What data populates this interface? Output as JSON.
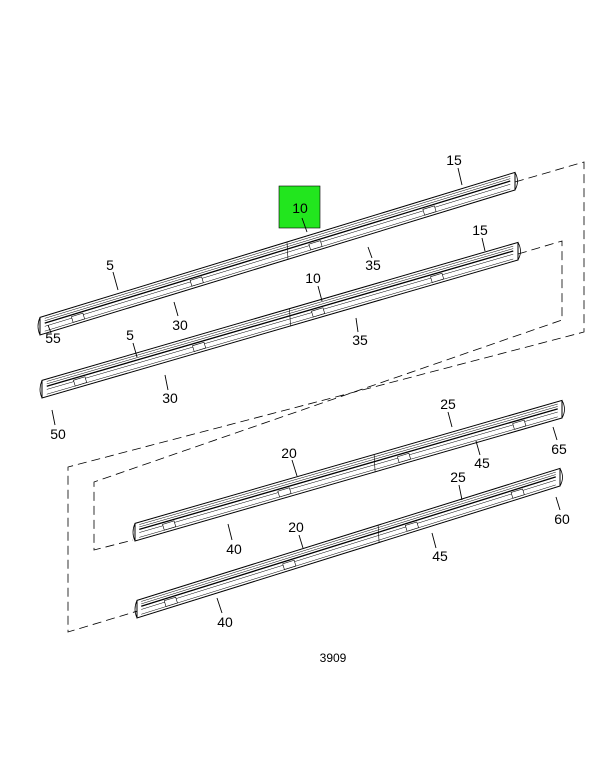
{
  "diagram": {
    "figure_number": "3909",
    "highlight_color": "#22e61e",
    "highlighted_callout": "10",
    "callouts": [
      {
        "id": "15",
        "group": "rail-1"
      },
      {
        "id": "10",
        "group": "rail-1"
      },
      {
        "id": "5",
        "group": "rail-1"
      },
      {
        "id": "35",
        "group": "rail-1"
      },
      {
        "id": "30",
        "group": "rail-1"
      },
      {
        "id": "55",
        "group": "rail-1"
      },
      {
        "id": "15",
        "group": "rail-2"
      },
      {
        "id": "10",
        "group": "rail-2"
      },
      {
        "id": "35",
        "group": "rail-2"
      },
      {
        "id": "5",
        "group": "rail-2"
      },
      {
        "id": "30",
        "group": "rail-2"
      },
      {
        "id": "50",
        "group": "rail-2"
      },
      {
        "id": "25",
        "group": "rail-3"
      },
      {
        "id": "20",
        "group": "rail-3"
      },
      {
        "id": "45",
        "group": "rail-3"
      },
      {
        "id": "65",
        "group": "rail-3"
      },
      {
        "id": "40",
        "group": "rail-3"
      },
      {
        "id": "25",
        "group": "rail-4"
      },
      {
        "id": "20",
        "group": "rail-4"
      },
      {
        "id": "45",
        "group": "rail-4"
      },
      {
        "id": "60",
        "group": "rail-4"
      },
      {
        "id": "40",
        "group": "rail-4"
      }
    ]
  }
}
